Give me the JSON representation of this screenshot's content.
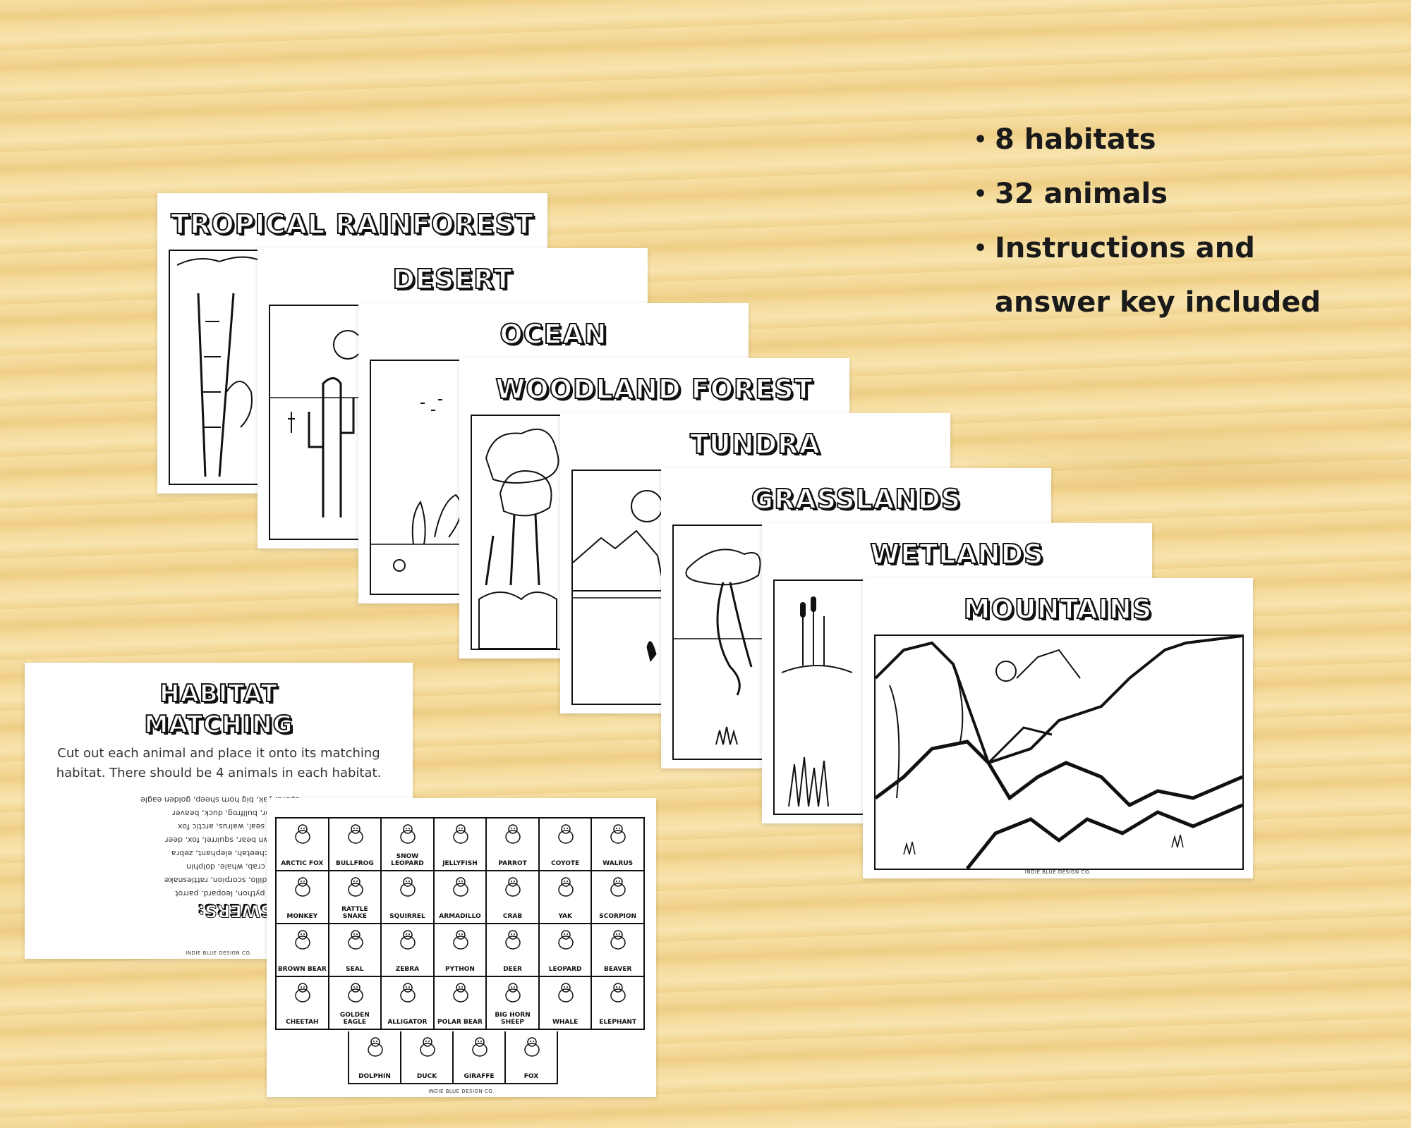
{
  "features": [
    {
      "lines": [
        "8 habitats"
      ]
    },
    {
      "lines": [
        "32 animals"
      ]
    },
    {
      "lines": [
        "Instructions and",
        "answer key included"
      ]
    }
  ],
  "habitat_cards": [
    {
      "title": "TROPICAL RAINFOREST"
    },
    {
      "title": "DESERT"
    },
    {
      "title": "OCEAN"
    },
    {
      "title": "WOODLAND FOREST"
    },
    {
      "title": "TUNDRA"
    },
    {
      "title": "GRASSLANDS"
    },
    {
      "title": "WETLANDS"
    },
    {
      "title": "MOUNTAINS"
    }
  ],
  "brand": "INDIE BLUE DESIGN CO.",
  "matching_card": {
    "title_line1": "HABITAT",
    "title_line2": "MATCHING",
    "instructions_line1": "Cut out each animal and place it onto its matching",
    "instructions_line2": "habitat. There should be 4 animals in each habitat.",
    "answers_title": "ANSWERS:",
    "answers": [
      "Monkey, python, leopard, parrot",
      "te, armadillo, scorpion, rattlesnake",
      "Jellyfish, crab, whale, dolphin",
      "Giraffe, cheetah, elephant, zebra",
      "est: Brown bear, squirrel, fox, deer",
      "lar bear, seal, walrus, arctic fox",
      ": Alligator, bullfrog, duck, beaver",
      "opard, yak, big horn sheep, golden eagle"
    ]
  },
  "animals": [
    "ARCTIC FOX",
    "BULLFROG",
    "SNOW LEOPARD",
    "JELLYFISH",
    "PARROT",
    "COYOTE",
    "WALRUS",
    "MONKEY",
    "RATTLE SNAKE",
    "SQUIRREL",
    "ARMADILLO",
    "CRAB",
    "YAK",
    "SCORPION",
    "BROWN BEAR",
    "SEAL",
    "ZEBRA",
    "PYTHON",
    "DEER",
    "LEOPARD",
    "BEAVER",
    "CHEETAH",
    "GOLDEN EAGLE",
    "ALLIGATOR",
    "POLAR BEAR",
    "BIG HORN SHEEP",
    "WHALE",
    "ELEPHANT"
  ],
  "animals_last_row": [
    "DOLPHIN",
    "DUCK",
    "GIRAFFE",
    "FOX"
  ]
}
